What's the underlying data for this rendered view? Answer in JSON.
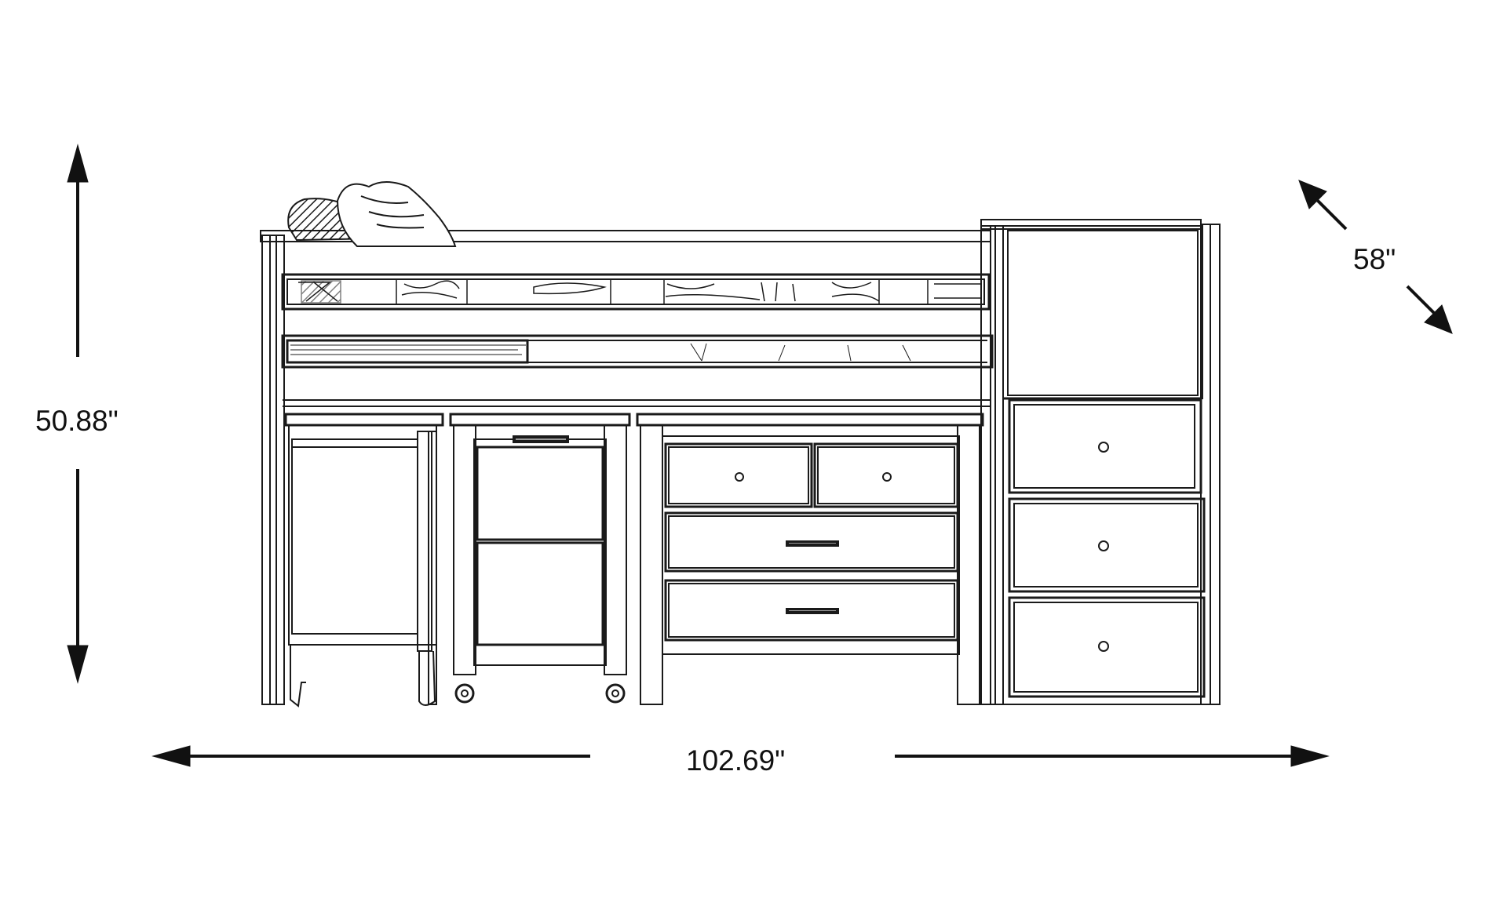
{
  "dimensions": {
    "height": "50.88\"",
    "width": "102.69\"",
    "depth": "58\""
  },
  "colors": {
    "ink": "#111111",
    "line": "#1a1a1a",
    "background": "#ffffff",
    "hardware": "#9a9a9a"
  }
}
